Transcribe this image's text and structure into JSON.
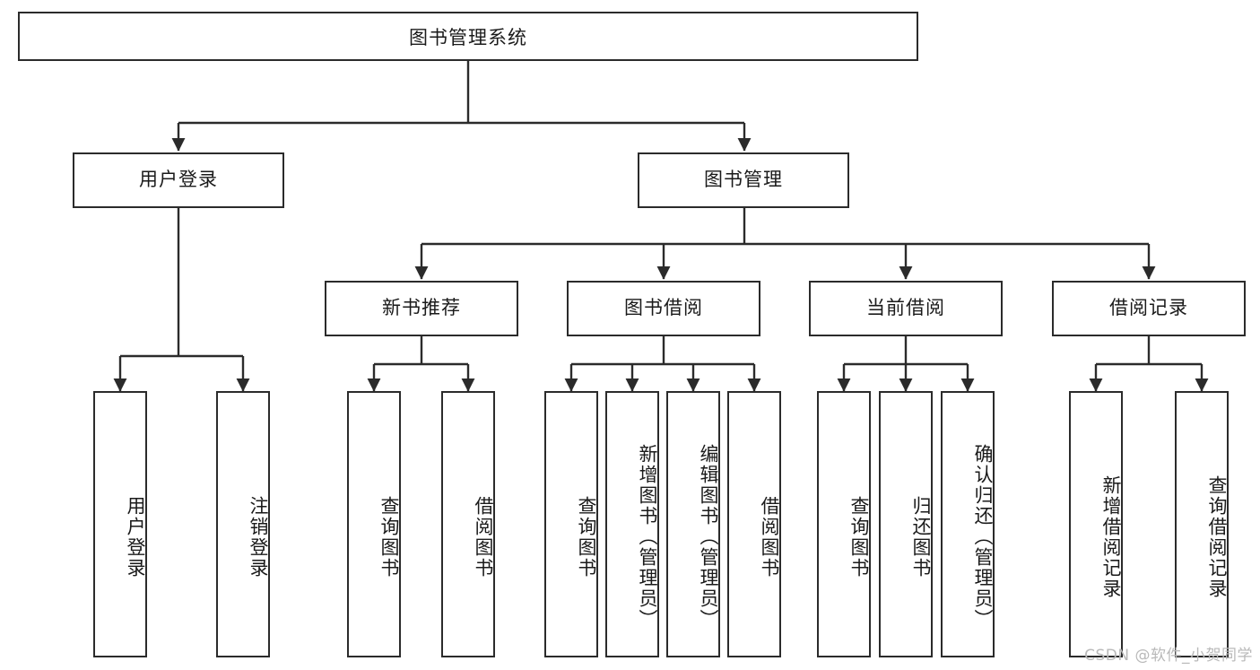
{
  "diagram": {
    "title": "图书管理系统",
    "watermark": "CSDN @软件_小贺同学",
    "colors": {
      "box_border": "#2b2b2b",
      "box_fill": "#ffffff",
      "edge": "#2b2b2b",
      "text": "#1a1a1a",
      "watermark": "#b9b9b9",
      "background": "#ffffff"
    },
    "root": {
      "label": "图书管理系统"
    },
    "level2": [
      {
        "label": "用户登录"
      },
      {
        "label": "图书管理"
      }
    ],
    "level3": [
      {
        "label": "新书推荐"
      },
      {
        "label": "图书借阅"
      },
      {
        "label": "当前借阅"
      },
      {
        "label": "借阅记录"
      }
    ],
    "leaves": {
      "user_login": [
        {
          "label": "用户登录"
        },
        {
          "label": "注销登录"
        }
      ],
      "new_book_recommend": [
        {
          "label": "查询图书"
        },
        {
          "label": "借阅图书"
        }
      ],
      "book_borrow": [
        {
          "label": "查询图书"
        },
        {
          "label": "新增图书（管理员）"
        },
        {
          "label": "编辑图书（管理员）"
        },
        {
          "label": "借阅图书"
        }
      ],
      "current_borrow": [
        {
          "label": "查询图书"
        },
        {
          "label": "归还图书"
        },
        {
          "label": "确认归还（管理员）"
        }
      ],
      "borrow_record": [
        {
          "label": "新增借阅记录"
        },
        {
          "label": "查询借阅记录"
        }
      ]
    }
  }
}
